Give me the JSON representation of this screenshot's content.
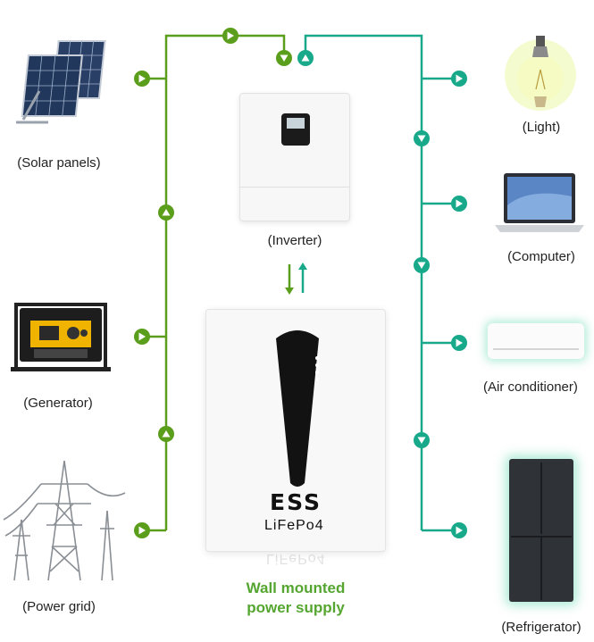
{
  "colors": {
    "source_line": "#5a9e1b",
    "load_line": "#18a88a",
    "wall_text": "#55a630"
  },
  "sources": {
    "solar": {
      "label": "(Solar panels)",
      "icon": "solar-panel-icon"
    },
    "generator": {
      "label": "(Generator)",
      "icon": "generator-icon"
    },
    "grid": {
      "label": "(Power grid)",
      "icon": "power-pylon-icon"
    }
  },
  "inverter": {
    "label": "(Inverter)",
    "icon": "inverter-icon"
  },
  "battery": {
    "brand": "ESS",
    "model": "LiFePo4",
    "reflection": "LiFePo4",
    "caption_line1": "Wall mounted",
    "caption_line2": "power supply"
  },
  "loads": {
    "light": {
      "label": "(Light)",
      "icon": "light-bulb-icon"
    },
    "computer": {
      "label": "(Computer)",
      "icon": "laptop-icon"
    },
    "ac": {
      "label": "(Air conditioner)",
      "icon": "air-conditioner-icon"
    },
    "fridge": {
      "label": "(Refrigerator)",
      "icon": "refrigerator-icon"
    }
  }
}
